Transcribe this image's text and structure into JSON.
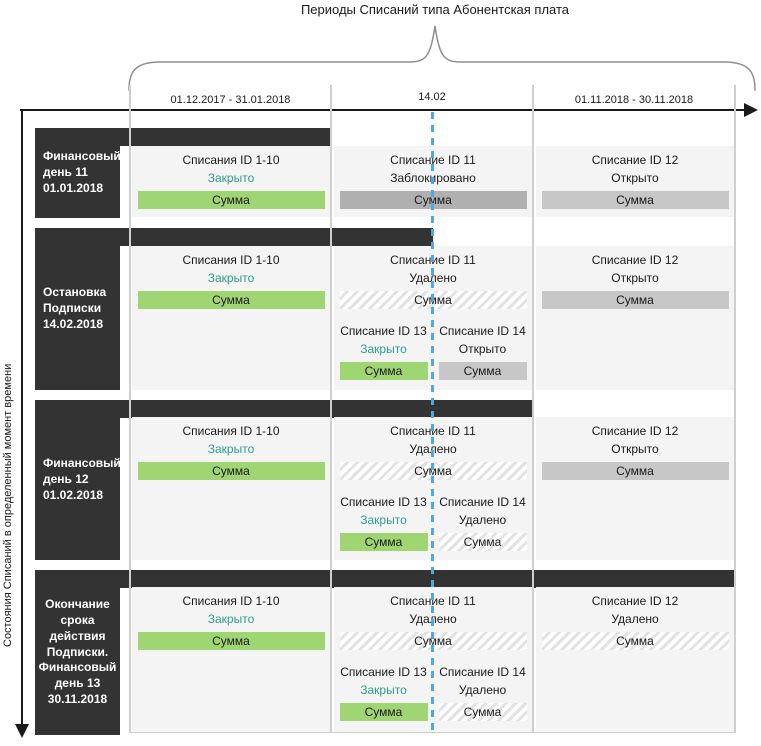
{
  "title": "Периоды Списаний типа Абонентская плата",
  "y_axis_label": "Состояния Списаний в определенный момент времени",
  "timeline": {
    "periods": [
      "01.12.2017 - 31.01.2018",
      "14.02",
      "01.11.2018 - 30.11.2018"
    ]
  },
  "colors": {
    "dark": "#333333",
    "green": "#a0d573",
    "gray": "#c7c7c7",
    "gray-dark": "#b0b0b0",
    "hatch": "#e2e2e2",
    "closed": "#2d9c8e",
    "blue": "#4fa9e0"
  },
  "rows": [
    {
      "label": "Финансовый\nдень 11\n01.01.2018",
      "cells": {
        "c1": {
          "title": "Списания ID 1-10",
          "status": "Закрыто",
          "status_style": "closed",
          "sum": "Сумма",
          "sum_style": "green"
        },
        "c2": {
          "title": "Списание ID 11",
          "status": "Заблокировано",
          "status_style": "normal",
          "sum": "Сумма",
          "sum_style": "gray-dark"
        },
        "c3": {
          "title": "Списание ID 12",
          "status": "Открыто",
          "status_style": "normal",
          "sum": "Сумма",
          "sum_style": "gray"
        }
      }
    },
    {
      "label": "Остановка\nПодписки\n14.02.2018",
      "cells": {
        "c1": {
          "title": "Списания ID 1-10",
          "status": "Закрыто",
          "status_style": "closed",
          "sum": "Сумма",
          "sum_style": "green"
        },
        "c2": {
          "title": "Списание ID 11",
          "status": "Удалено",
          "status_style": "normal",
          "sum": "Сумма",
          "sum_style": "hatched"
        },
        "c2_sub": [
          {
            "title": "Списание ID 13",
            "status": "Закрыто",
            "status_style": "closed",
            "sum": "Сумма",
            "sum_style": "green"
          },
          {
            "title": "Списание ID 14",
            "status": "Открыто",
            "status_style": "normal",
            "sum": "Сумма",
            "sum_style": "gray"
          }
        ],
        "c3": {
          "title": "Списание ID 12",
          "status": "Открыто",
          "status_style": "normal",
          "sum": "Сумма",
          "sum_style": "gray"
        }
      }
    },
    {
      "label": "Финансовый\nдень 12\n01.02.2018",
      "cells": {
        "c1": {
          "title": "Списания ID 1-10",
          "status": "Закрыто",
          "status_style": "closed",
          "sum": "Сумма",
          "sum_style": "green"
        },
        "c2": {
          "title": "Списание ID 11",
          "status": "Удалено",
          "status_style": "normal",
          "sum": "Сумма",
          "sum_style": "hatched"
        },
        "c2_sub": [
          {
            "title": "Списание ID 13",
            "status": "Закрыто",
            "status_style": "closed",
            "sum": "Сумма",
            "sum_style": "green"
          },
          {
            "title": "Списание ID 14",
            "status": "Удалено",
            "status_style": "normal",
            "sum": "Сумма",
            "sum_style": "hatched"
          }
        ],
        "c3": {
          "title": "Списание ID 12",
          "status": "Открыто",
          "status_style": "normal",
          "sum": "Сумма",
          "sum_style": "gray"
        }
      }
    },
    {
      "label": "Окончание\nсрока\nдействия\nПодписки.\nФинансовый\nдень 13\n30.11.2018",
      "cells": {
        "c1": {
          "title": "Списания ID 1-10",
          "status": "Закрыто",
          "status_style": "closed",
          "sum": "Сумма",
          "sum_style": "green"
        },
        "c2": {
          "title": "Списание ID 11",
          "status": "Удалено",
          "status_style": "normal",
          "sum": "Сумма",
          "sum_style": "hatched"
        },
        "c2_sub": [
          {
            "title": "Списание ID 13",
            "status": "Закрыто",
            "status_style": "closed",
            "sum": "Сумма",
            "sum_style": "green"
          },
          {
            "title": "Списание ID 14",
            "status": "Удалено",
            "status_style": "normal",
            "sum": "Сумма",
            "sum_style": "hatched"
          }
        ],
        "c3": {
          "title": "Списание ID 12",
          "status": "Удалено",
          "status_style": "normal",
          "sum": "Сумма",
          "sum_style": "hatched"
        }
      }
    }
  ]
}
